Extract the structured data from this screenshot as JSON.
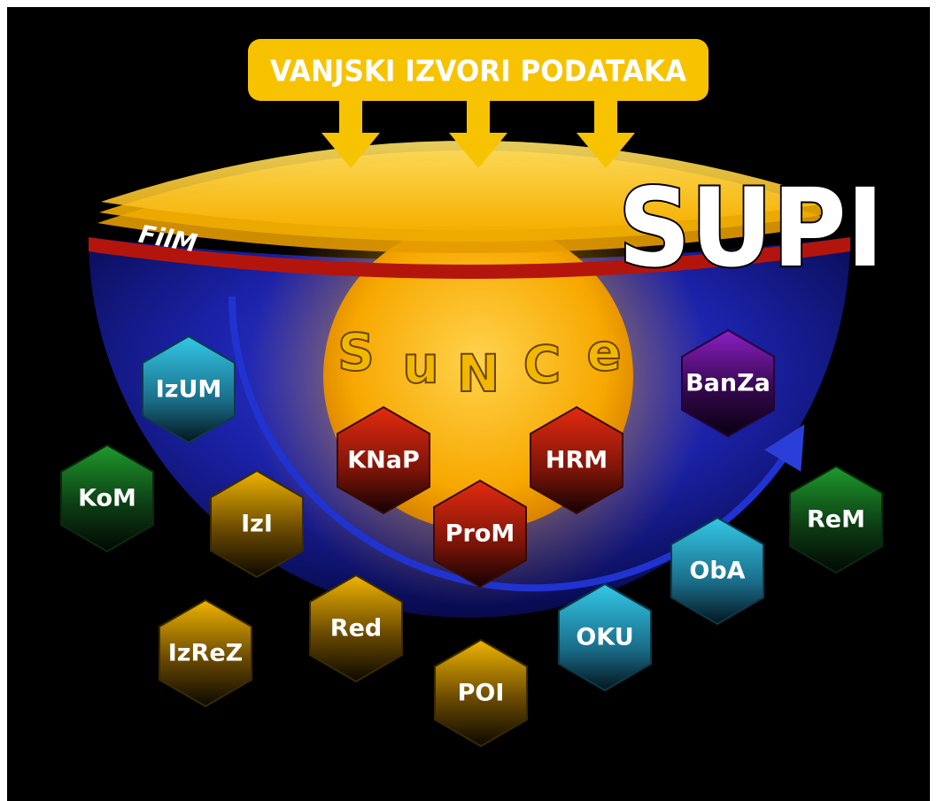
{
  "diagram": {
    "title": "SUPI",
    "sources_label": "VANJSKI IZVORI PODATAKA",
    "layer_label": "FilM",
    "core_letters": [
      "S",
      "u",
      "N",
      "C",
      "e"
    ],
    "colors": {
      "background": "#000000",
      "sphere": "#1a1fa8",
      "sun": "#f7b500",
      "banner": "#f7c300",
      "film_line": "#c0180f",
      "arrow": "#2a3fd8"
    },
    "modules": [
      {
        "id": "izum",
        "label": "IzUM",
        "color": "teal"
      },
      {
        "id": "banza",
        "label": "BanZa",
        "color": "purple"
      },
      {
        "id": "knap",
        "label": "KNaP",
        "color": "red"
      },
      {
        "id": "hrm",
        "label": "HRM",
        "color": "red"
      },
      {
        "id": "kom",
        "label": "KoM",
        "color": "green"
      },
      {
        "id": "izi",
        "label": "IzI",
        "color": "gold"
      },
      {
        "id": "prom",
        "label": "ProM",
        "color": "red"
      },
      {
        "id": "rem",
        "label": "ReM",
        "color": "green"
      },
      {
        "id": "oba",
        "label": "ObA",
        "color": "teal"
      },
      {
        "id": "red",
        "label": "Red",
        "color": "gold"
      },
      {
        "id": "izrez",
        "label": "IzReZ",
        "color": "gold"
      },
      {
        "id": "oku",
        "label": "OKU",
        "color": "teal"
      },
      {
        "id": "poi",
        "label": "POI",
        "color": "gold"
      }
    ]
  }
}
